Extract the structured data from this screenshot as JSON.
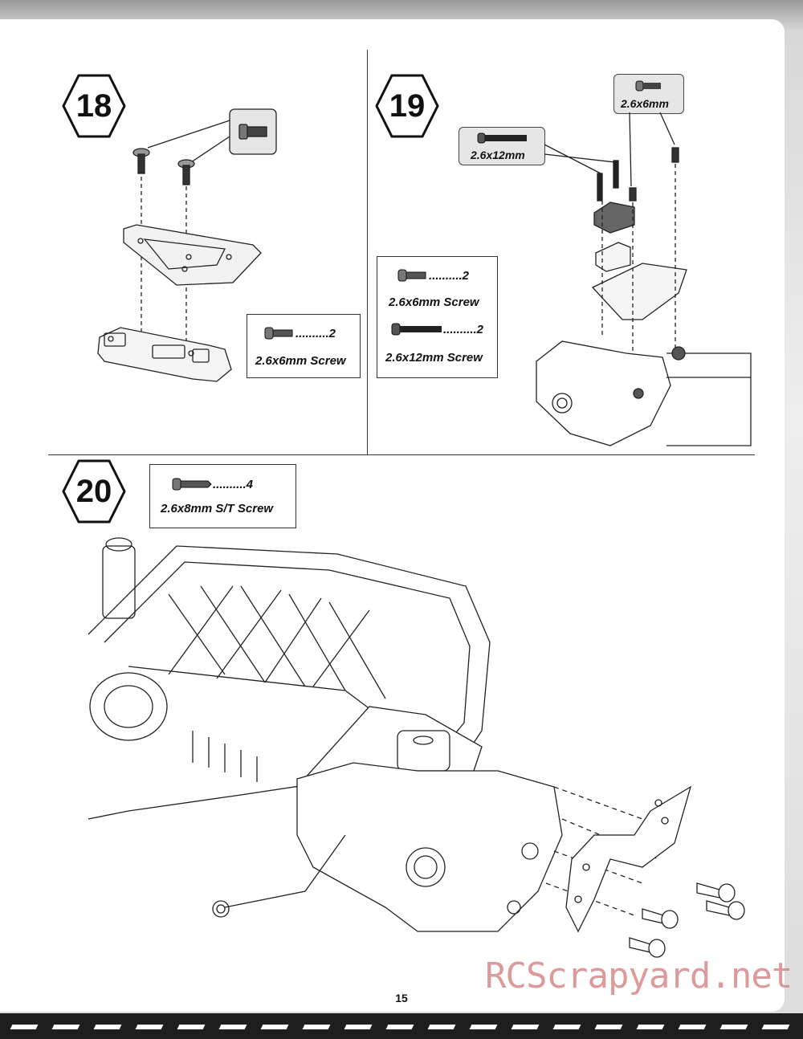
{
  "page": {
    "number": "15"
  },
  "watermark": "RCScrapyard.net",
  "steps": [
    {
      "number": "18",
      "parts_box": [
        {
          "quantity": "..........2",
          "label": "2.6x6mm Screw"
        }
      ]
    },
    {
      "number": "19",
      "callouts": {
        "long_screw": "2.6x12mm",
        "short_screw": "2.6x6mm"
      },
      "parts_box": [
        {
          "quantity": "..........2",
          "label": "2.6x6mm Screw"
        },
        {
          "quantity": "..........2",
          "label": "2.6x12mm Screw"
        }
      ]
    },
    {
      "number": "20",
      "parts_box": [
        {
          "quantity": "..........4",
          "label": "2.6x8mm S/T Screw"
        }
      ]
    }
  ]
}
